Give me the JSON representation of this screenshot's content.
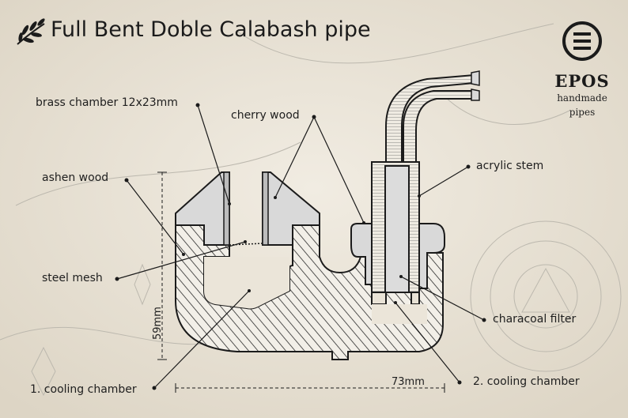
{
  "title": "Full Bent Doble Calabash pipe",
  "logo": {
    "brand": "EPOS",
    "tagline_line1": "handmade",
    "tagline_line2": "pipes"
  },
  "labels": {
    "brass_chamber": "brass chamber 12x23mm",
    "cherry_wood": "cherry wood",
    "ashen_wood": "ashen wood",
    "steel_mesh": "steel mesh",
    "acrylic_stem": "acrylic stem",
    "charcoal_filter": "characoal filter",
    "cooling_chamber_1": "1. cooling chamber",
    "cooling_chamber_2": "2. cooling chamber"
  },
  "dimensions": {
    "height": "59mm",
    "width": "73mm"
  },
  "colors": {
    "background": "#ebe5d9",
    "ink": "#1b1b1b",
    "wood_fill": "#dcdcdc",
    "hatch_fill": "#f2efe8",
    "decor_line": "#b9b6ae"
  },
  "icons": {
    "title_ornament": "olive-branch-icon",
    "logo": "epos-logo-icon"
  }
}
